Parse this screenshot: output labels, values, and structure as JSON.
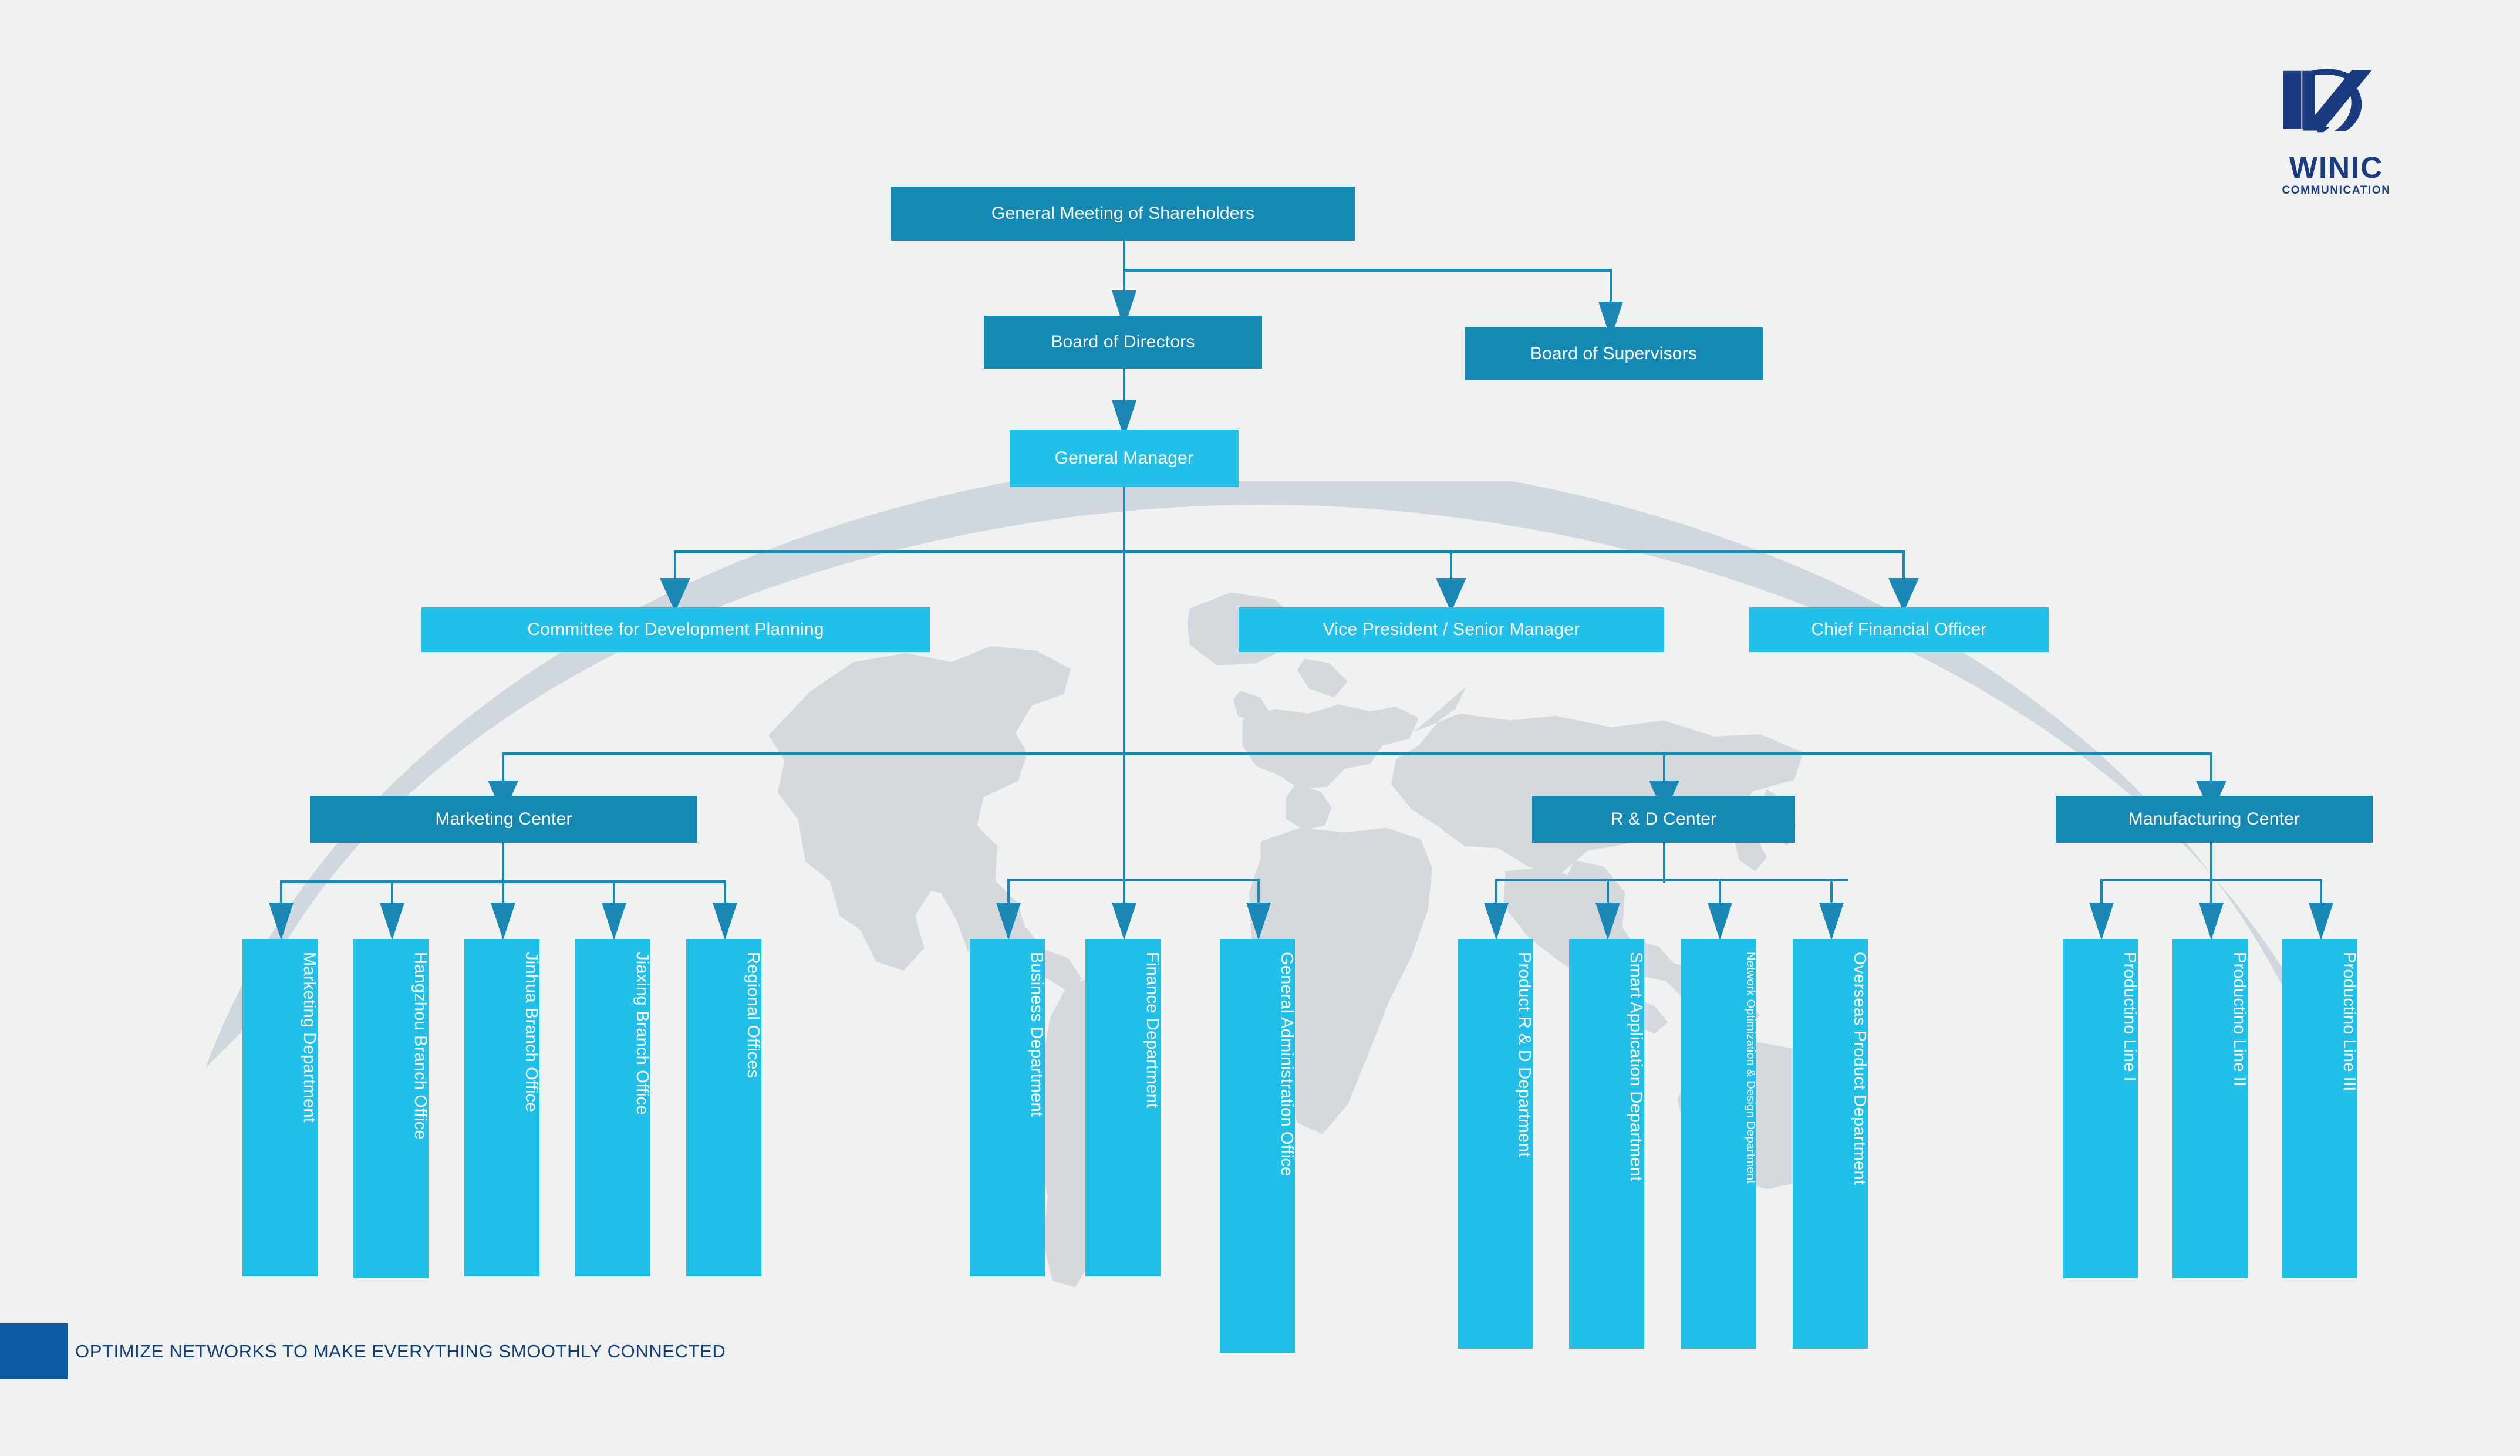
{
  "brand": {
    "name": "WINIC",
    "tagline_sub": "COMMUNICATION",
    "logo_icon": "winic-w-swoosh-logo",
    "primary_color": "#1389b4",
    "accent_color": "#22bfe9",
    "logo_color": "#1b3b80",
    "footer_block_color": "#0b5ca5",
    "background_color": "#f0f1f1",
    "connector_color": "#1b87b4"
  },
  "footer": {
    "text": "OPTIMIZE NETWORKS TO MAKE EVERYTHING SMOOTHLY CONNECTED"
  },
  "chart_data": {
    "type": "diagram",
    "title": "Organization Chart",
    "orientation": "top-down",
    "levels": [
      {
        "level": 1,
        "nodes": [
          "General Meeting of Shareholders"
        ]
      },
      {
        "level": 2,
        "nodes": [
          "Board of Directors",
          "Board of Supervisors"
        ]
      },
      {
        "level": 3,
        "nodes": [
          "General Manager"
        ]
      },
      {
        "level": 4,
        "nodes": [
          "Committee for Development Planning",
          "Vice President / Senior Manager",
          "Chief Financial Officer"
        ]
      },
      {
        "level": 5,
        "nodes": [
          "Marketing Center",
          "R & D Center",
          "Manufacturing Center"
        ]
      },
      {
        "level": 6,
        "nodes": [
          "Marketing Department",
          "Hangzhou Branch Office",
          "Jinhua Branch Office",
          "Jiaxing Branch Office",
          "Regional Offices",
          "Business Department",
          "Finance Department",
          "General Administration Office",
          "Product R & D Department",
          "Smart Application Department",
          "Network Optimization & Design Department",
          "Overseas Product Department",
          "Productino Line I",
          "Productino Line II",
          "Productino Line III"
        ]
      }
    ],
    "edges": [
      [
        "General Meeting of Shareholders",
        "Board of Directors"
      ],
      [
        "General Meeting of Shareholders",
        "Board of Supervisors"
      ],
      [
        "Board of Directors",
        "General Manager"
      ],
      [
        "General Manager",
        "Committee for Development Planning"
      ],
      [
        "General Manager",
        "Vice President / Senior Manager"
      ],
      [
        "General Manager",
        "Chief Financial Officer"
      ],
      [
        "General Manager",
        "Marketing Center"
      ],
      [
        "General Manager",
        "R & D Center"
      ],
      [
        "General Manager",
        "Manufacturing Center"
      ],
      [
        "General Manager",
        "Business Department"
      ],
      [
        "General Manager",
        "Finance Department"
      ],
      [
        "General Manager",
        "General Administration Office"
      ],
      [
        "Marketing Center",
        "Marketing Department"
      ],
      [
        "Marketing Center",
        "Hangzhou Branch Office"
      ],
      [
        "Marketing Center",
        "Jinhua Branch Office"
      ],
      [
        "Marketing Center",
        "Jiaxing Branch Office"
      ],
      [
        "Marketing Center",
        "Regional Offices"
      ],
      [
        "R & D Center",
        "Product R & D Department"
      ],
      [
        "R & D Center",
        "Smart Application Department"
      ],
      [
        "R & D Center",
        "Network Optimization & Design Department"
      ],
      [
        "R & D Center",
        "Overseas Product Department"
      ],
      [
        "Manufacturing Center",
        "Productino Line I"
      ],
      [
        "Manufacturing Center",
        "Productino Line II"
      ],
      [
        "Manufacturing Center",
        "Productino Line III"
      ]
    ]
  },
  "nodes": {
    "shareholders": "General Meeting of Shareholders",
    "board_directors": "Board of Directors",
    "board_supervisors": "Board of Supervisors",
    "general_manager": "General Manager",
    "committee_dev_planning": "Committee for Development Planning",
    "vice_president": "Vice President / Senior Manager",
    "cfo": "Chief Financial Officer",
    "marketing_center": "Marketing Center",
    "rd_center": "R & D Center",
    "manufacturing_center": "Manufacturing Center",
    "marketing_dept": "Marketing Department",
    "hangzhou_branch": "Hangzhou Branch Office",
    "jinhua_branch": "Jinhua Branch Office",
    "jiaxing_branch": "Jiaxing Branch Office",
    "regional_offices": "Regional Offices",
    "business_dept": "Business Department",
    "finance_dept": "Finance Department",
    "general_admin_office": "General Administration Office",
    "product_rd_dept": "Product R & D Department",
    "smart_app_dept": "Smart Application Department",
    "network_opt_dept": "Network Optimization & Design Department",
    "overseas_product_dept": "Overseas Product Department",
    "production_line_1": "Productino Line I",
    "production_line_2": "Productino Line II",
    "production_line_3": "Productino Line III"
  }
}
